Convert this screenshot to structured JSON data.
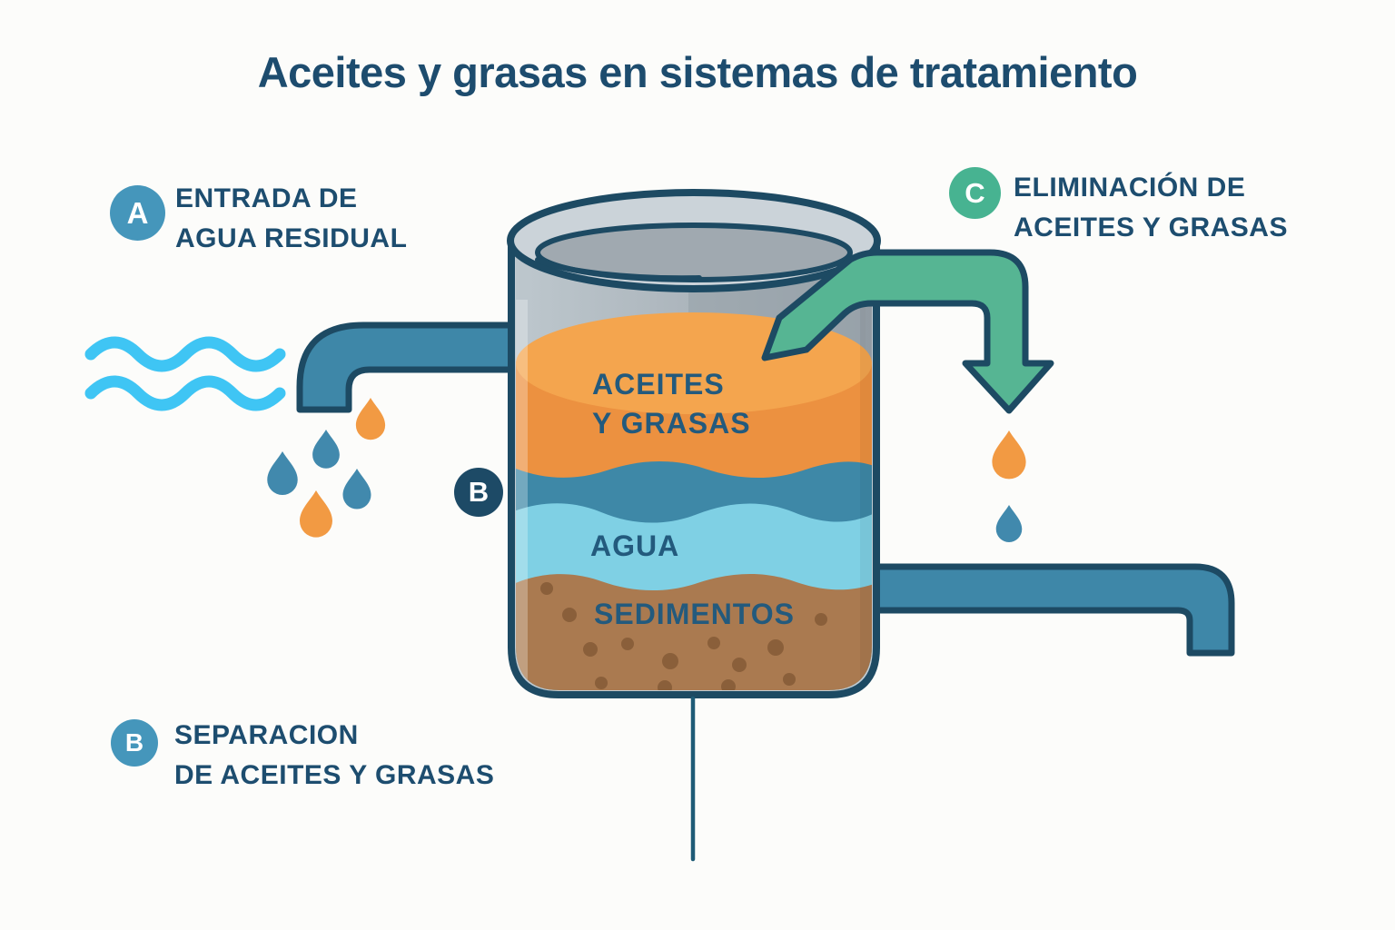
{
  "title": "Aceites y grasas en sistemas de tratamiento",
  "callouts": {
    "entrada": {
      "letter": "A",
      "line1": "ENTRADA DE",
      "line2": "AGUA RESIDUAL"
    },
    "separacion_marker": {
      "letter": "B"
    },
    "separacion": {
      "letter": "B",
      "line1": "SEPARACION",
      "line2": "DE ACEITES Y GRASAS"
    },
    "eliminacion": {
      "letter": "C",
      "line1": "ELIMINACIÓN DE",
      "line2": "ACEITES Y GRASAS"
    }
  },
  "tank": {
    "layers": {
      "aceites": {
        "line1": "ACEITES",
        "line2": "Y GRASAS"
      },
      "agua": {
        "label": "AGUA"
      },
      "sedimentos": {
        "label": "SEDIMENTOS"
      }
    }
  },
  "icons": {
    "inlet_waves": "water-waves-icon",
    "droplets": "droplet-icon",
    "skimmer": "down-arrow-icon"
  },
  "colors": {
    "title_text": "#1d4c6e",
    "label_text": "#235a7d",
    "badge_blue": "#4596bb",
    "badge_green": "#47b391",
    "badge_navy": "#1d4a66",
    "outline_navy": "#1d4a63",
    "pipe_blue": "#3e87a8",
    "arrow_green": "#56b593",
    "wave_cyan": "#3fc5f4",
    "oil_orange": "#ec9140",
    "oil_surface_orange": "#f4a54e",
    "water_band_teal": "#3e88a7",
    "water_light_blue": "#7fd0e4",
    "sediment_brown": "#aa7a50",
    "sediment_dot_brown": "#8a5f3a",
    "tank_wall_gray": "#c3ccd3",
    "tank_interior_gray": "#a2abb3",
    "drop_blue": "#4189ad",
    "drop_orange": "#f29a43"
  }
}
